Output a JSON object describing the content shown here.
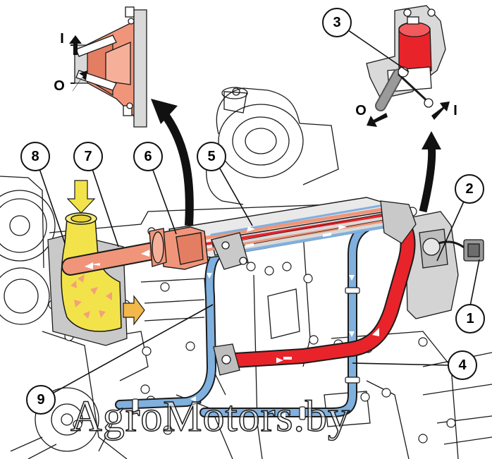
{
  "callouts": [
    "1",
    "2",
    "3",
    "4",
    "5",
    "6",
    "7",
    "8",
    "9"
  ],
  "flow_labels": {
    "inlet": "I",
    "outlet": "O"
  },
  "watermark": "AgroMotors.by",
  "colors": {
    "exhaust_hot": "#e8242a",
    "exhaust_cooled": "#f0957a",
    "coolant": "#7fb0de",
    "intake_air": "#f2e34a",
    "outline": "#1a1a1a"
  }
}
